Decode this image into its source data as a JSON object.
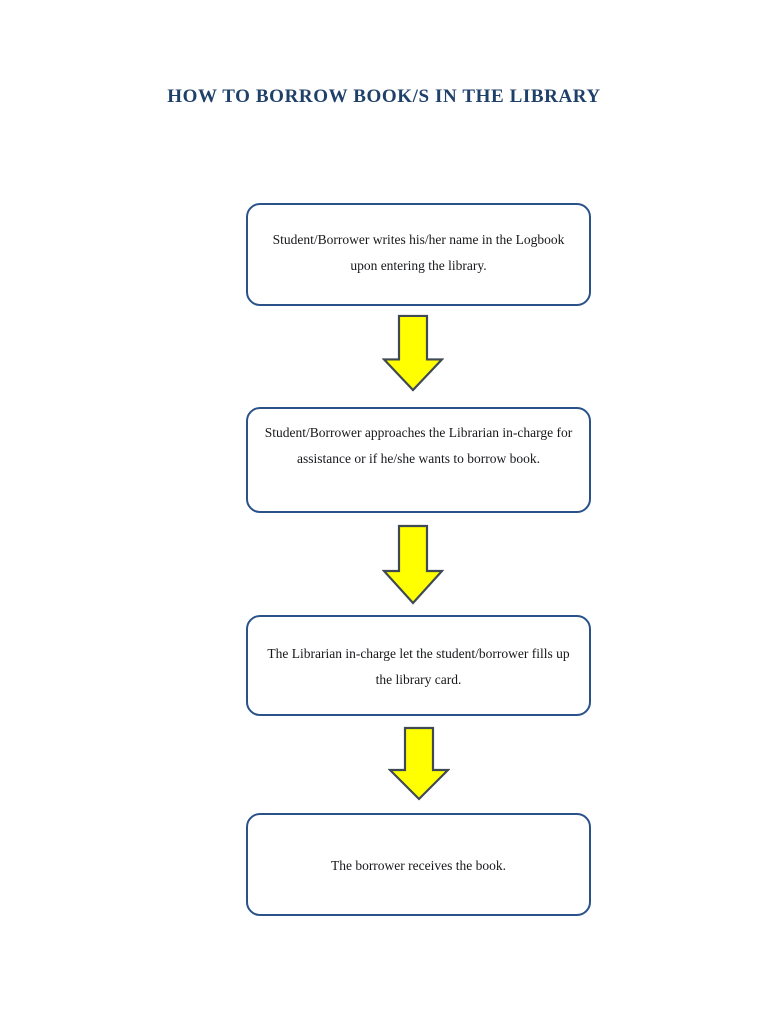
{
  "document": {
    "title": "HOW TO BORROW BOOK/S IN THE LIBRARY",
    "background_color": "#ffffff",
    "title_color": "#1f4069",
    "box_border_color": "#2a5288",
    "arrow_fill_color": "#ffff00",
    "arrow_stroke_color": "#3f4a54"
  },
  "flowchart": {
    "steps": [
      {
        "id": "step-1",
        "text": "Student/Borrower writes his/her name in the Logbook upon entering the library."
      },
      {
        "id": "step-2",
        "text": "Student/Borrower approaches the Librarian in-charge for assistance or if he/she wants to borrow book."
      },
      {
        "id": "step-3",
        "text": "The Librarian in-charge let the student/borrower fills up the library card."
      },
      {
        "id": "step-4",
        "text": "The borrower receives the book."
      }
    ],
    "connectors": [
      {
        "id": "connector-1",
        "icon": "down-arrow-icon"
      },
      {
        "id": "connector-2",
        "icon": "down-arrow-icon"
      },
      {
        "id": "connector-3",
        "icon": "down-arrow-icon"
      }
    ]
  }
}
